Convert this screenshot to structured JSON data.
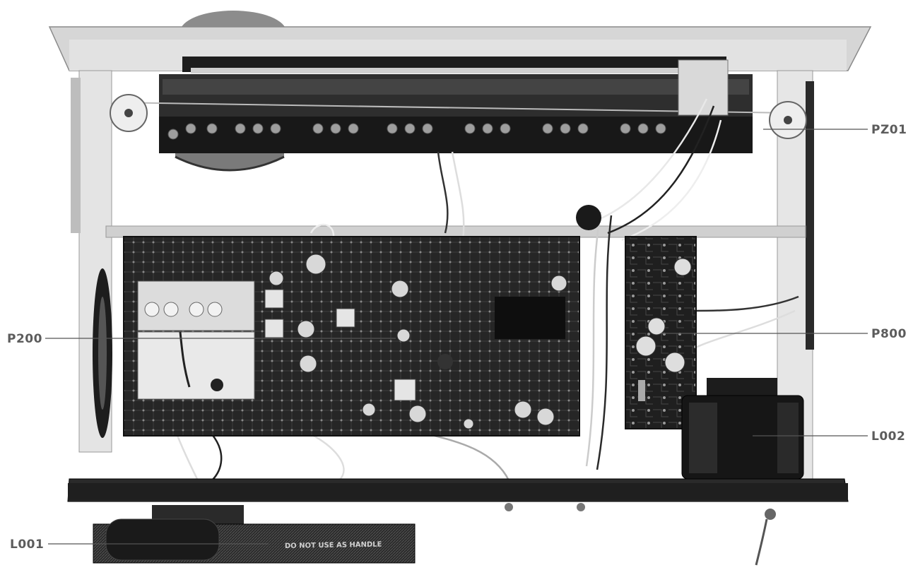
{
  "callouts": {
    "pz01": "PZ01",
    "p200": "P200",
    "p800": "P800",
    "l002": "L002",
    "l001": "L001"
  },
  "chassis_text": {
    "antenna_warning": "DO NOT USE AS HANDLE"
  },
  "colors": {
    "background": "#ffffff",
    "chassis_metal": "#d8d8d8",
    "circuit_board": "#2b2b2b",
    "label_gray": "#5c5c5c"
  }
}
